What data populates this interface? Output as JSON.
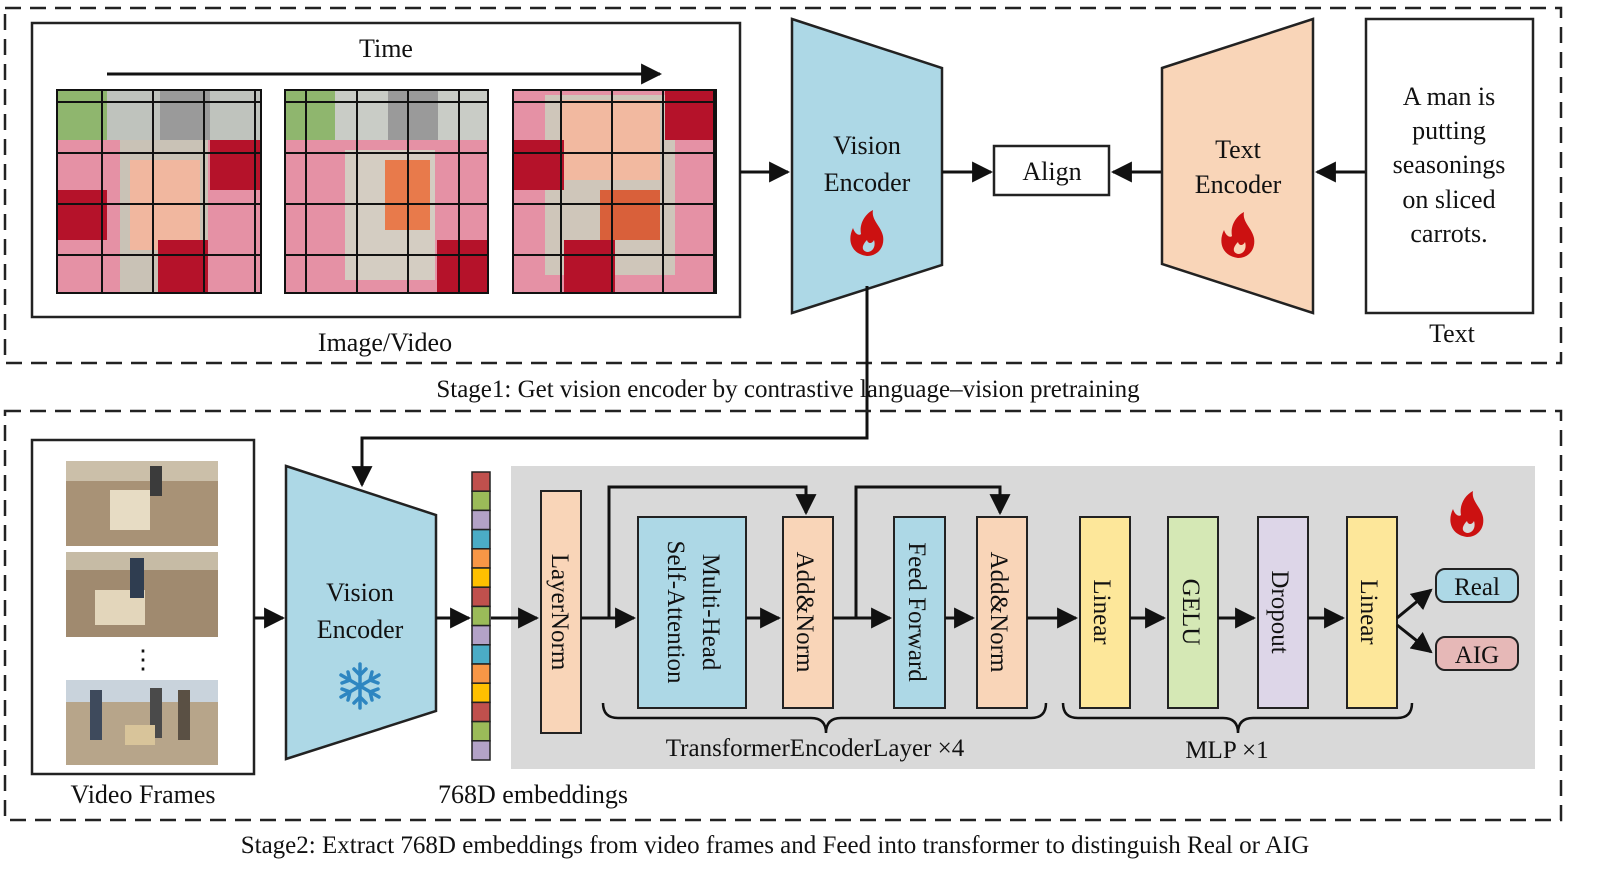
{
  "colors": {
    "frame_border": "#222222",
    "vision_encoder": "#add8e6",
    "text_encoder": "#f9d5b8",
    "gray_panel": "#d9d9d9",
    "layernorm": "#f9d5b8",
    "attention": "#add8e6",
    "addnorm": "#f9d5b8",
    "feedforward": "#add8e6",
    "linear": "#fde79a",
    "gelu": "#d5e8b5",
    "dropout": "#ddd6e8",
    "real": "#add8e6",
    "aig": "#e6b8b7",
    "flame": "#cc1111",
    "snowflake": "#2e86c1",
    "embedding_cells": [
      "#c0504d",
      "#9bbb59",
      "#b3a2c7",
      "#4bacc6",
      "#f79646",
      "#ffc000",
      "#c0504d",
      "#9bbb59",
      "#b3a2c7",
      "#4bacc6",
      "#f79646",
      "#ffc000",
      "#c0504d",
      "#9bbb59",
      "#b3a2c7"
    ]
  },
  "icons": {
    "trainable": "flame-icon",
    "frozen": "snowflake-icon"
  },
  "stage1": {
    "time_label": "Time",
    "image_video_label": "Image/Video",
    "vision_encoder_line1": "Vision",
    "vision_encoder_line2": "Encoder",
    "align_label": "Align",
    "text_encoder_line1": "Text",
    "text_encoder_line2": "Encoder",
    "text_lines": [
      "A man is",
      "putting",
      "seasonings",
      "on sliced",
      "carrots."
    ],
    "text_label": "Text",
    "caption": "Stage1: Get vision encoder by contrastive language–vision pretraining"
  },
  "stage2": {
    "video_frames_label": "Video Frames",
    "frames_ellipsis": "⋮",
    "vision_encoder_line1": "Vision",
    "vision_encoder_line2": "Encoder",
    "embeddings_label": "768D embeddings",
    "layernorm_label": "LayerNorm",
    "attention_line1": "Multi-Head",
    "attention_line2": "Self-Attention",
    "addnorm_label": "Add&Norm",
    "feedforward_label": "Feed Forward",
    "addnorm2_label": "Add&Norm",
    "linear1_label": "Linear",
    "gelu_label": "GELU",
    "dropout_label": "Dropout",
    "linear2_label": "Linear",
    "real_label": "Real",
    "aig_label": "AIG",
    "transformer_label": "TransformerEncoderLayer ×4",
    "mlp_label": "MLP ×1",
    "caption": "Stage2: Extract 768D embeddings from video frames and Feed into transformer to distinguish Real or AIG"
  }
}
